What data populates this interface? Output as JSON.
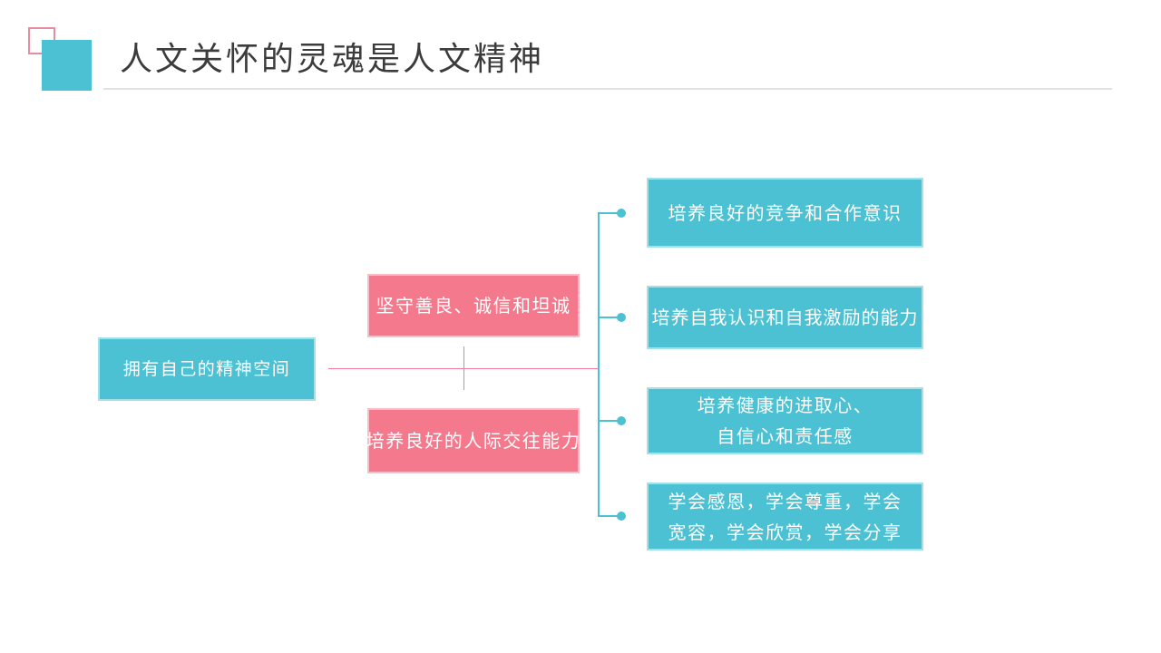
{
  "slide_title": "人文关怀的灵魂是人文精神",
  "colors": {
    "teal": "#4BC1D3",
    "pink": "#F5798D",
    "connector_pink": "#EE7E96",
    "divider_gray": "#E2E2E2",
    "title_text": "#3C3C3C",
    "box_text": "#FFFFFF",
    "deco_outline_pink": "#E78CA0"
  },
  "diagram": {
    "root": {
      "label": "拥有自己的精神空间"
    },
    "branches": [
      {
        "label": "坚守善良、诚信和坦诚"
      },
      {
        "label": "培养良好的人际交往能力"
      }
    ],
    "leaves": [
      {
        "label": "培养良好的竞争和合作意识"
      },
      {
        "label": "培养自我认识和自我激励的能力"
      },
      {
        "label": "培养健康的进取心、\n自信心和责任感"
      },
      {
        "label": "学会感恩，学会尊重，学会\n宽容，学会欣赏，学会分享"
      }
    ]
  }
}
